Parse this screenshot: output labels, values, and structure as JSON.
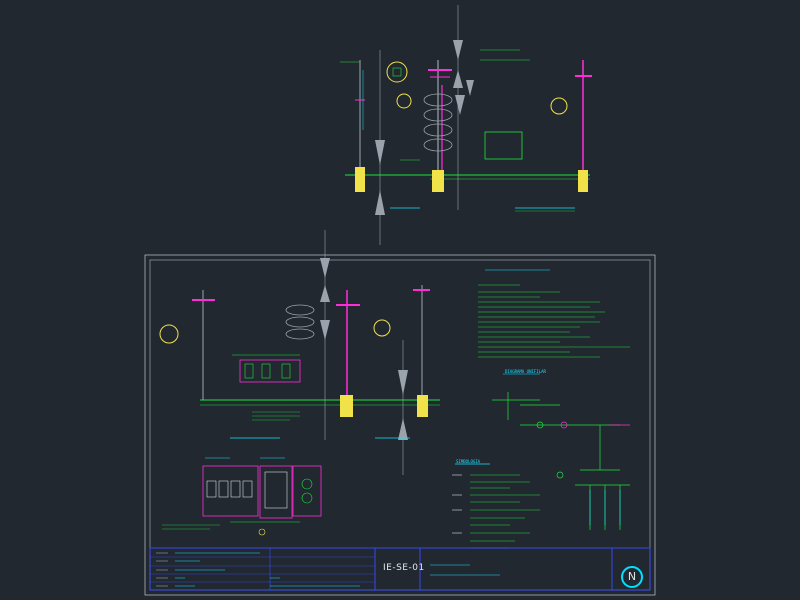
{
  "sheet": {
    "code": "IE-SE-01",
    "north_symbol": "N"
  },
  "colors": {
    "background": "#212830",
    "sheet_border": "#b0b6bc",
    "cyan": "#18e0ff",
    "green": "#1de43a",
    "magenta": "#ff2dd9",
    "yellow": "#f2e24a",
    "gray": "#9aa3ab",
    "blue": "#3a4cff"
  },
  "sections": {
    "unifilar_title": "DIAGRAMA UNIFILAR",
    "legend_title": "SIMBOLOGIA"
  }
}
